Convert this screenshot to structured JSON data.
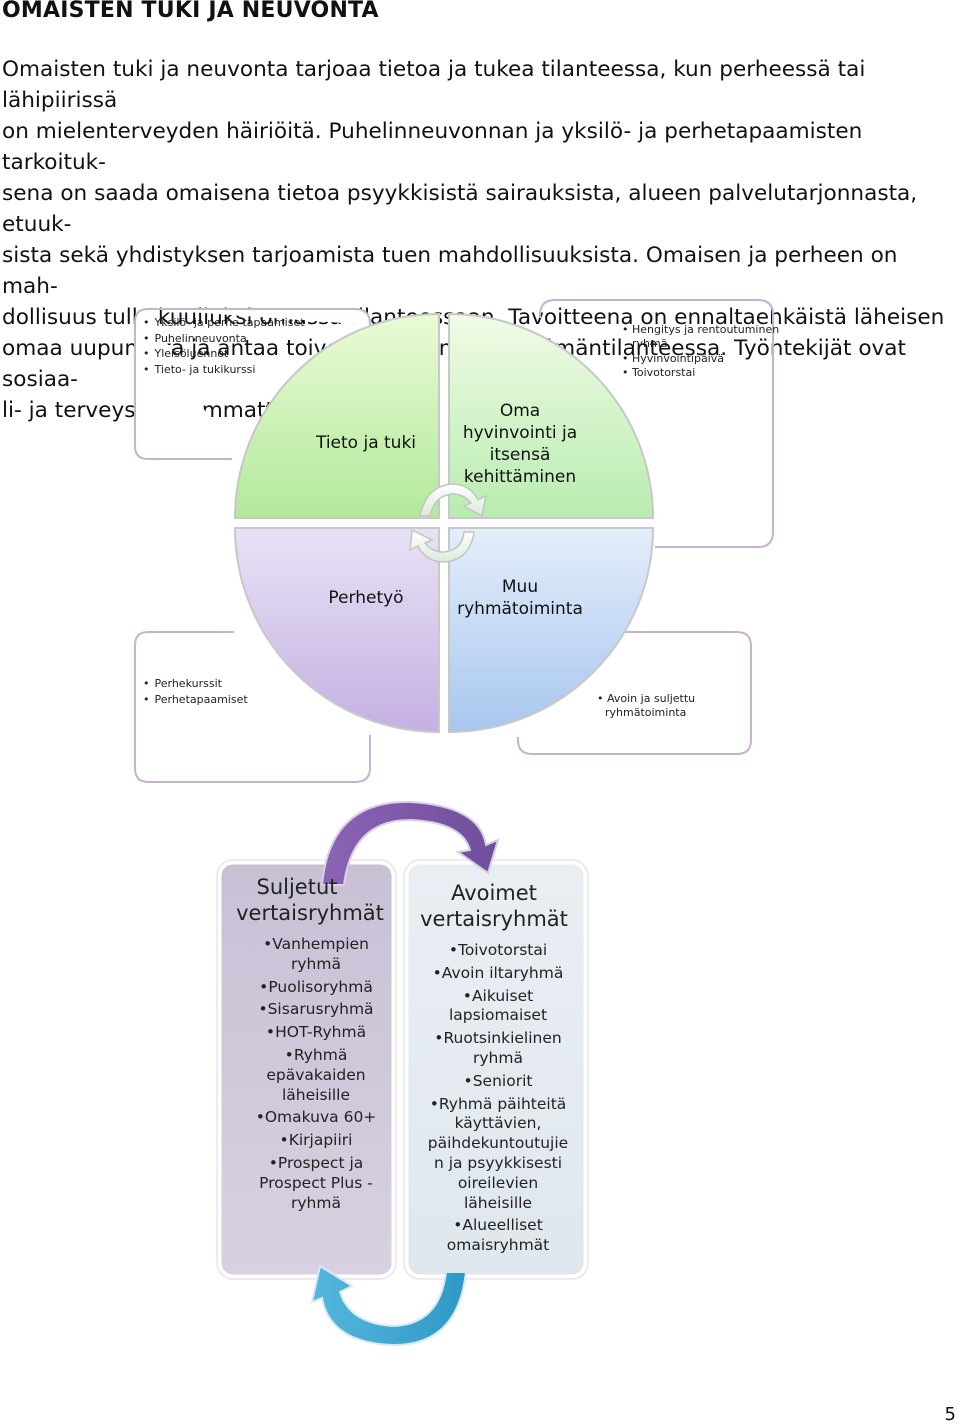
{
  "heading": "OMAISTEN TUKI JA NEUVONTA",
  "intro_lines": [
    "Omaisten tuki ja neuvonta tarjoaa tietoa ja tukea tilanteessa, kun perheessä tai lähipiirissä",
    "on mielenterveyden häiriöitä. Puhelinneuvonnan ja yksilö- ja perhetapaamisten tarkoituk-",
    "sena on saada omaisena tietoa psyykkisistä sairauksista, alueen palvelutarjonnasta, etuuk-",
    "sista sekä yhdistyksen tarjoamista tuen mahdollisuuksista. Omaisen ja perheen on mah-",
    "dollisuus tulla kuulluksi omassa tilanteessaan. Tavoitteena on ennaltaehkäistä läheisen",
    "omaa uupumista ja antaa toivoa muuttuneessa elämäntilanteessa. Työntekijät ovat sosiaa-",
    "li- ja terveysalan ammattilaisia"
  ],
  "quadrants": {
    "top_left": {
      "label_lines": [
        "Tieto ja tuki"
      ],
      "items": [
        "Yksilö- ja perhe tapaamiset",
        "Puhelinneuvonta",
        "Yleisöluennot",
        "Tieto- ja tukikurssi"
      ]
    },
    "top_right": {
      "label_lines": [
        "Oma",
        "hyvinvointi ja",
        "itsensä",
        "kehittäminen"
      ],
      "items": [
        "Hengitys ja rentoutuminen",
        "-ryhmä",
        "Hyvinvointipäivä",
        "Toivotorstai"
      ]
    },
    "bottom_left": {
      "label_lines": [
        "Perhetyö"
      ],
      "items": [
        "Perhekurssit",
        "Perhetapaamiset"
      ]
    },
    "bottom_right": {
      "label_lines": [
        "Muu",
        "ryhmätoiminta"
      ],
      "items": [
        "Avoin ja suljettu",
        "ryhmätoiminta"
      ]
    }
  },
  "groups": {
    "closed": {
      "title_lines": [
        "Suljetut",
        "vertaisryhmät"
      ],
      "items": [
        [
          "Vanhempien",
          "ryhmä"
        ],
        [
          "Puolisoryhmä"
        ],
        [
          "Sisarusryhmä"
        ],
        [
          "HOT-Ryhmä"
        ],
        [
          "Ryhmä",
          "epävakaiden",
          "läheisille"
        ],
        [
          "Omakuva 60+"
        ],
        [
          "Kirjapiiri"
        ],
        [
          "Prospect ja",
          "Prospect Plus -",
          "ryhmä"
        ]
      ]
    },
    "open": {
      "title_lines": [
        "Avoimet",
        "vertaisryhmät"
      ],
      "items": [
        [
          "Toivotorstai"
        ],
        [
          "Avoin iltaryhmä"
        ],
        [
          "Aikuiset",
          "lapsiomaiset"
        ],
        [
          "Ruotsinkielinen",
          "ryhmä"
        ],
        [
          "Seniorit"
        ],
        [
          "Ryhmä päihteitä",
          "käyttävien,",
          "päihdekuntoutujie",
          "n ja psyykkisesti",
          "oireilevien",
          "läheisille"
        ],
        [
          "Alueelliset",
          "omaisryhmät"
        ]
      ]
    }
  },
  "colors": {
    "green": "#b6ec9c",
    "purple": "#c9b7e5",
    "blue": "#a9c8ef",
    "arc_purple": "#7d5aa6",
    "arc_blue": "#3fa6d0"
  },
  "page_number": "5"
}
